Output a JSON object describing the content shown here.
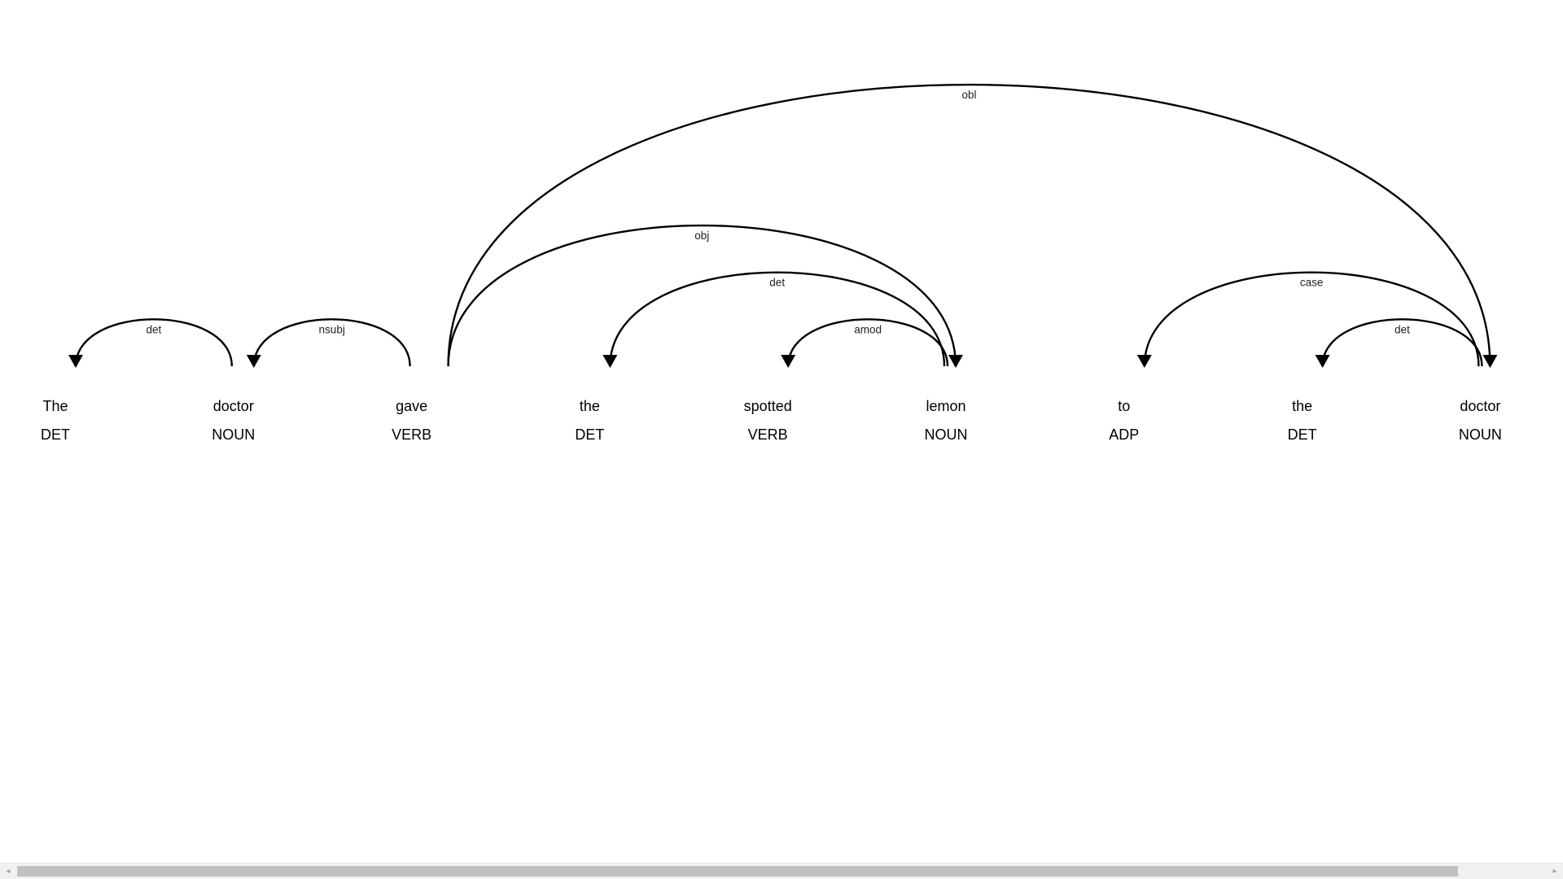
{
  "tokens": [
    {
      "text": "The",
      "tag": "DET"
    },
    {
      "text": "doctor",
      "tag": "NOUN"
    },
    {
      "text": "gave",
      "tag": "VERB"
    },
    {
      "text": "the",
      "tag": "DET"
    },
    {
      "text": "spotted",
      "tag": "VERB"
    },
    {
      "text": "lemon",
      "tag": "NOUN"
    },
    {
      "text": "to",
      "tag": "ADP"
    },
    {
      "text": "the",
      "tag": "DET"
    },
    {
      "text": "doctor",
      "tag": "NOUN"
    }
  ],
  "arcs": [
    {
      "label": "det",
      "head": 1,
      "dep": 0
    },
    {
      "label": "nsubj",
      "head": 2,
      "dep": 1
    },
    {
      "label": "obl",
      "head": 2,
      "dep": 8
    },
    {
      "label": "obj",
      "head": 2,
      "dep": 5
    },
    {
      "label": "det",
      "head": 5,
      "dep": 3
    },
    {
      "label": "amod",
      "head": 5,
      "dep": 4
    },
    {
      "label": "case",
      "head": 8,
      "dep": 6
    },
    {
      "label": "det",
      "head": 8,
      "dep": 7
    }
  ],
  "scrollbar": {
    "left_arrow": "◂",
    "right_arrow": "▸"
  },
  "colors": {
    "arc": "#000000",
    "background": "#ffffff"
  }
}
